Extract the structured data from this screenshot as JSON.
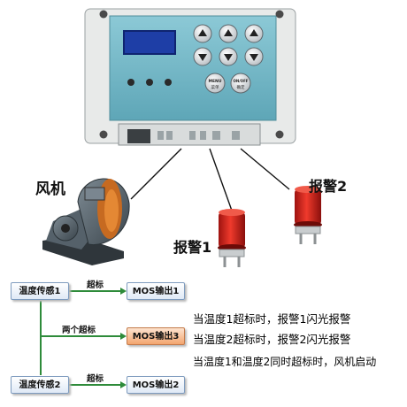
{
  "labels": {
    "fan": "风机",
    "alarm1": "报警1",
    "alarm2": "报警2"
  },
  "controller": {
    "menu_button": {
      "line1": "MENU",
      "line2": "菜单"
    },
    "ok_button": {
      "line1": "ON/OFF",
      "line2": "确定"
    }
  },
  "flow": {
    "sensor1": "温度传感1",
    "sensor2": "温度传感2",
    "out1": "MOS输出1",
    "out2": "MOS输出2",
    "out3": "MOS输出3",
    "edge_over1": "超标",
    "edge_over2": "超标",
    "edge_both": "两个超标"
  },
  "notes": [
    "当温度1超标时，报警1闪光报警",
    "当温度2超标时，报警2闪光报警",
    "当温度1和温度2同时超标时，风机启动"
  ],
  "colors": {
    "panel_teal": "#6fb4c4",
    "panel_body": "#eef0ef",
    "lcd": "#1e3ea6",
    "alarm_red": "#d8211c",
    "flow_green": "#2e8b3a",
    "highlight_box": "#f3a56f"
  }
}
